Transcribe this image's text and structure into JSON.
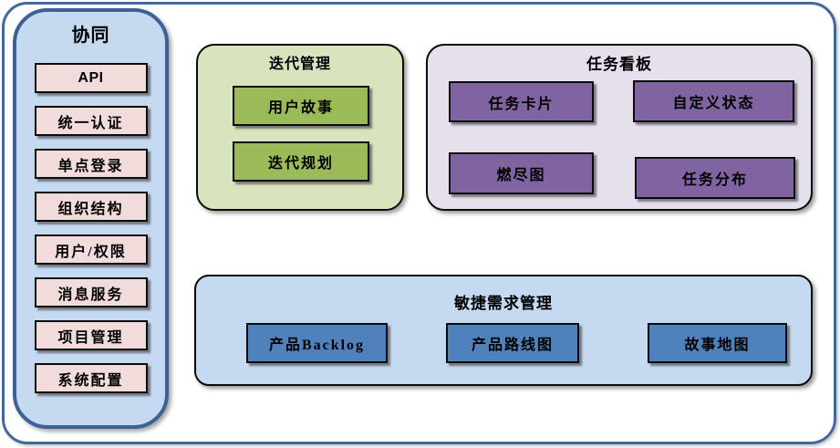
{
  "sidebar": {
    "title": "协同",
    "items": [
      "API",
      "统一认证",
      "单点登录",
      "组织结构",
      "用户/权限",
      "消息服务",
      "项目管理",
      "系统配置"
    ]
  },
  "groups": {
    "iteration": {
      "title": "迭代管理",
      "items": [
        "用户故事",
        "迭代规划"
      ]
    },
    "kanban": {
      "title": "任务看板",
      "items": [
        "任务卡片",
        "自定义状态",
        "燃尽图",
        "任务分布"
      ]
    },
    "requirements": {
      "title": "敏捷需求管理",
      "items": [
        "产品Backlog",
        "产品路线图",
        "故事地图"
      ]
    }
  },
  "colors": {
    "frame_border": "#44679A",
    "panel_blue_fill": "#C5D9F1",
    "panel_blue_border": "#3D6096",
    "item_pink_fill": "#F2DCDB",
    "panel_green_fill": "#D7E4BD",
    "item_green_fill": "#9BBB59",
    "panel_purple_fill": "#E5E0EC",
    "item_purple_fill": "#8064A2",
    "item_blue_fill": "#4F81BD",
    "item_border": "#0B0B0B",
    "text": "#000000"
  }
}
